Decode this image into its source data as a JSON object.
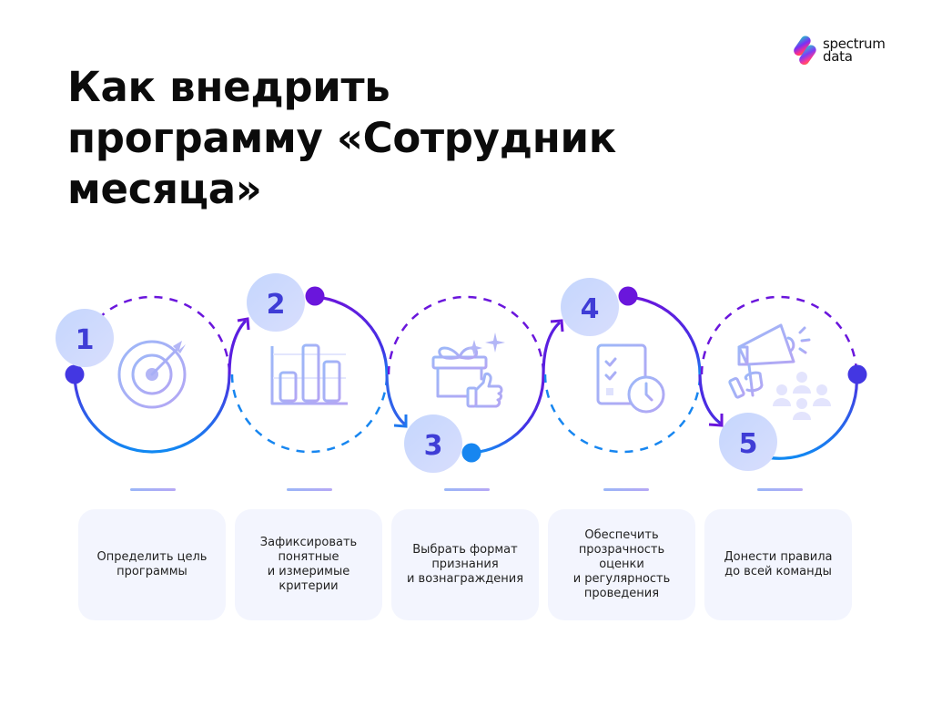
{
  "header": {
    "title_lines": [
      "Как внедрить",
      "программу «Сотрудник",
      "месяца»"
    ]
  },
  "logo": {
    "line1": "spectrum",
    "line2": "data",
    "colors": [
      "#1ad1c8",
      "#7b2ff7",
      "#ff2d8a",
      "#ff7a1a"
    ]
  },
  "steps": [
    {
      "number": "1",
      "icon": "target-icon",
      "text": "Определить цель\nпрограммы"
    },
    {
      "number": "2",
      "icon": "bar-chart-icon",
      "text": "Зафиксировать\nпонятные\nи измеримые\nкритерии"
    },
    {
      "number": "3",
      "icon": "gift-thumbs-up-icon",
      "text": "Выбрать формат\nпризнания\nи вознаграждения"
    },
    {
      "number": "4",
      "icon": "checklist-clock-icon",
      "text": "Обеспечить\nпрозрачность\nоценки\nи регулярность\nпроведения"
    },
    {
      "number": "5",
      "icon": "megaphone-team-icon",
      "text": "Донести правила\nдо всей команды"
    }
  ],
  "colors": {
    "purple": "#6a16dc",
    "blue": "#1786f0",
    "badge_fill": "#cbdafd",
    "badge_text": "#3f3dd6",
    "icon_stroke": "#a9acf7",
    "card_bg": "#f3f5fe"
  }
}
